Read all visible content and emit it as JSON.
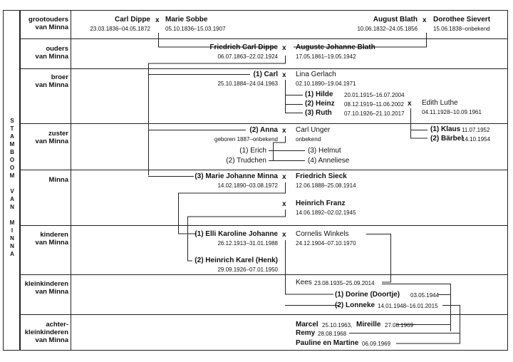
{
  "side_title": [
    "S",
    "T",
    "A",
    "M",
    "B",
    "O",
    "O",
    "M",
    "",
    "V",
    "A",
    "N",
    "",
    "M",
    "I",
    "N",
    "N",
    "A"
  ],
  "rows": [
    {
      "label": "grootouders\nvan Minna"
    },
    {
      "label": "ouders\nvan Minna"
    },
    {
      "label": "broer\nvan Minna"
    },
    {
      "label": "zuster\nvan Minna"
    },
    {
      "label": "Minna"
    },
    {
      "label": "kinderen\nvan Minna"
    },
    {
      "label": "kleinkinderen\nvan Minna"
    },
    {
      "label": "achter-\nkleinkinderen\nvan Minna"
    }
  ],
  "marriage_symbol": "x",
  "people": {
    "carl_dippe": {
      "name": "Carl Dippe",
      "dates": "23.03.1836–04.05.1872"
    },
    "marie_sobbe": {
      "name": "Marie Sobbe",
      "dates": "05.10.1836–15.03.1907"
    },
    "august_blath": {
      "name": "August Blath",
      "dates": "10.06.1832–24.05.1856"
    },
    "dorothee_sievert": {
      "name": "Dorothee Sievert",
      "dates": "15.06.1838–onbekend"
    },
    "friedrich_carl_dippe": {
      "name": "Friedrich Carl Dippe",
      "dates": "06.07.1863–22.02.1924"
    },
    "auguste_johanne_blath": {
      "name": "Auguste Johanne Blath",
      "dates": "17.05.1861–19.05.1942"
    },
    "carl": {
      "name": "(1) Carl",
      "dates": "25.10.1884–24.04.1963"
    },
    "lina_gerlach": {
      "name": "Lina Gerlach",
      "dates": "02.10.1890–19.04.1971"
    },
    "hilde": {
      "name": "(1) Hilde",
      "dates": "20.01.1915–16.07.2004"
    },
    "heinz": {
      "name": "(2) Heinz",
      "dates": "08.12.1919–11.06.2002"
    },
    "ruth": {
      "name": "(3) Ruth",
      "dates": "07.10.1926–21.10.2017"
    },
    "edith_luthe": {
      "name": "Edith Luthe",
      "dates": "04.11.1928–10.09.1961"
    },
    "klaus": {
      "name": "(1) Klaus",
      "dates": "11.07.1952"
    },
    "baerbel": {
      "name": "(2) Bärbel",
      "dates": "14.10.1954"
    },
    "anna": {
      "name": "(2) Anna",
      "dates": "geboren 1887–onbekend"
    },
    "carl_unger": {
      "name": "Carl Unger",
      "dates": "onbekend"
    },
    "erich": {
      "name": "(1) Erich"
    },
    "trudchen": {
      "name": "(2) Trudchen"
    },
    "helmut": {
      "name": "(3) Helmut"
    },
    "anneliese": {
      "name": "(4) Anneliese"
    },
    "minna": {
      "name": "(3) Marie Johanne Minna",
      "dates": "14.02.1890–03.08.1972"
    },
    "friedrich_sieck": {
      "name": "Friedrich Sieck",
      "dates": "12.06.1888–25.08.1914"
    },
    "heinrich_franz": {
      "name": "Heinrich Franz",
      "dates": "14.06.1892–02.02.1945"
    },
    "elli": {
      "name": "(1) Elli Karoline Johanne",
      "dates": "26.12.1913–31.01.1988"
    },
    "cornelis_winkels": {
      "name": "Cornelis Winkels",
      "dates": "24.12.1904–07.10.1970"
    },
    "henk": {
      "name": "(2) Heinrich Karel (Henk)",
      "dates": "29.09.1926–07.01.1950"
    },
    "kees": {
      "name": "Kees",
      "dates": "23.08.1935–25.09.2014"
    },
    "dorine": {
      "name": "(1) Dorine (Doortje)",
      "dates": "03.05.1944"
    },
    "lonneke": {
      "name": "(2) Lonneke",
      "dates": "14.01.1948–16.01.2015"
    },
    "marcel": {
      "name": "Marcel",
      "dates": "25.10.1963,"
    },
    "mireille": {
      "name": "Mireille",
      "dates": "27.08.1969"
    },
    "remy": {
      "name": "Remy",
      "dates": "28.08.1968"
    },
    "pauline_martine": {
      "name": "Pauline en Martine",
      "dates": "06.09.1969"
    }
  }
}
